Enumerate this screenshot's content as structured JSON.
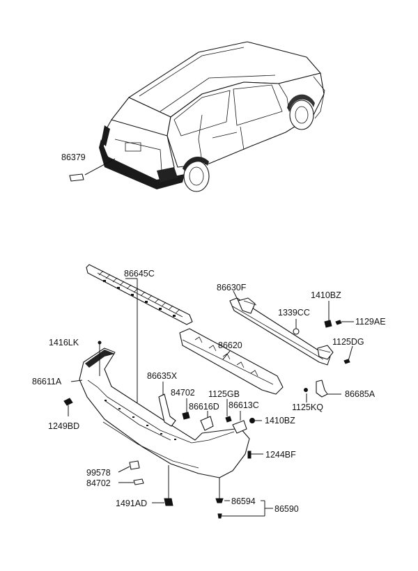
{
  "diagram": {
    "labels": {
      "p86379": "86379",
      "p86645C": "86645C",
      "p86630F": "86630F",
      "p1410BZ_top": "1410BZ",
      "p1339CC": "1339CC",
      "p1129AE": "1129AE",
      "p1416LK": "1416LK",
      "p86620": "86620",
      "p1125DG": "1125DG",
      "p86611A": "86611A",
      "p86635X": "86635X",
      "p84702_mid": "84702",
      "p1125GB": "1125GB",
      "p86616D": "86616D",
      "p86613C": "86613C",
      "p1249BD": "1249BD",
      "p1125KQ": "1125KQ",
      "p86685A": "86685A",
      "p1410BZ_mid": "1410BZ",
      "p1244BF": "1244BF",
      "p99578": "99578",
      "p84702_low": "84702",
      "p1491AD": "1491AD",
      "p86594": "86594",
      "p86590": "86590"
    }
  }
}
